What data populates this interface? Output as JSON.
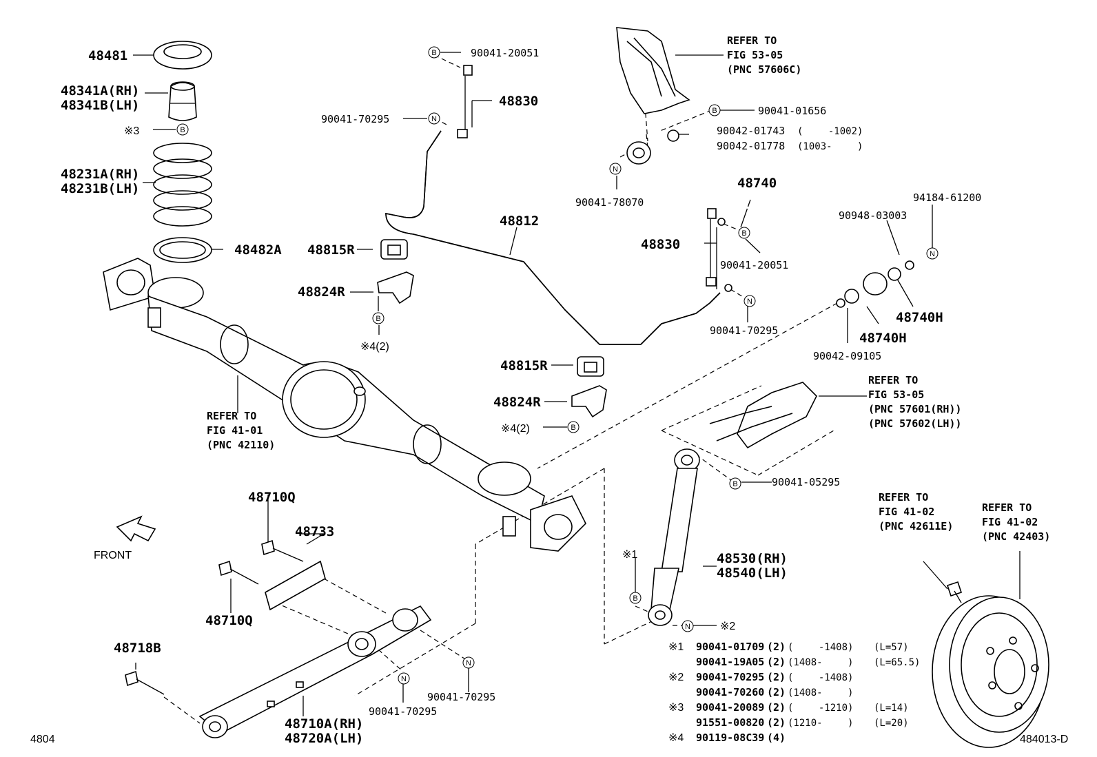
{
  "diagram": {
    "labels": {
      "p48481": "48481",
      "p48341a": "48341A(RH)",
      "p48341b": "48341B(LH)",
      "m3a": "※3",
      "p48231a": "48231A(RH)",
      "p48231b": "48231B(LH)",
      "p48482a": "48482A",
      "p48815r_1": "48815R",
      "p48824r_1": "48824R",
      "m4a": "※4(2)",
      "p90041_20051_a": "90041-20051",
      "p48830_a": "48830",
      "p90041_70295_a": "90041-70295",
      "p48812": "48812",
      "p48815r_2": "48815R",
      "p48824r_2": "48824R",
      "m4b": "※4(2)",
      "p90041_01656": "90041-01656",
      "p90042_01743": "90042-01743",
      "r1743": "(　　 -1002)",
      "p90042_01778": "90042-01778",
      "r1778": "(1003-　　 )",
      "p90041_78070": "90041-78070",
      "p48740": "48740",
      "p94184": "94184-61200",
      "p90948": "90948-03003",
      "p48830_b": "48830",
      "p90041_20051_b": "90041-20051",
      "p90041_70295_b": "90041-70295",
      "p48740h_1": "48740H",
      "p48740h_2": "48740H",
      "p90042_09105": "90042-09105",
      "p90041_05295": "90041-05295",
      "p48530": "48530(RH)",
      "p48540": "48540(LH)",
      "m1": "※1",
      "m2": "※2",
      "p48710q_1": "48710Q",
      "p48733": "48733",
      "p48710q_2": "48710Q",
      "p48718b": "48718B",
      "p90041_70295_c": "90041-70295",
      "p90041_70295_d": "90041-70295",
      "p48710a": "48710A(RH)",
      "p48720a": "48720A(LH)",
      "front": "FRONT",
      "corner_left": "4804",
      "corner_right": "484013-D"
    },
    "refs": {
      "fig5305_a": [
        "REFER TO",
        "FIG 53-05",
        "(PNC 57606C)"
      ],
      "fig4101": [
        "REFER TO",
        "FIG 41-01",
        "(PNC 42110)"
      ],
      "fig5305_b": [
        "REFER TO",
        "FIG 53-05",
        "(PNC 57601(RH))",
        "(PNC 57602(LH))"
      ],
      "fig4102_a": [
        "REFER TO",
        "FIG 41-02",
        "(PNC 42611E)"
      ],
      "fig4102_b": [
        "REFER TO",
        "FIG 41-02",
        "(PNC 42403)"
      ]
    },
    "notes": [
      {
        "mark": "※1",
        "part": "90041-01709",
        "qty": "(2)",
        "range": "(　　 -1408)",
        "extra": "(L=57)"
      },
      {
        "mark": "",
        "part": "90041-19A05",
        "qty": "(2)",
        "range": "(1408-　　 )",
        "extra": "(L=65.5)"
      },
      {
        "mark": "※2",
        "part": "90041-70295",
        "qty": "(2)",
        "range": "(　　 -1408)",
        "extra": ""
      },
      {
        "mark": "",
        "part": "90041-70260",
        "qty": "(2)",
        "range": "(1408-　　 )",
        "extra": ""
      },
      {
        "mark": "※3",
        "part": "90041-20089",
        "qty": "(2)",
        "range": "(　　 -1210)",
        "extra": "(L=14)"
      },
      {
        "mark": "",
        "part": "91551-00820",
        "qty": "(2)",
        "range": "(1210-　　 )",
        "extra": "(L=20)"
      },
      {
        "mark": "※4",
        "part": "90119-08C39",
        "qty": "(4)",
        "range": "",
        "extra": ""
      }
    ],
    "callout_letters": {
      "b": "B",
      "n": "N"
    }
  }
}
